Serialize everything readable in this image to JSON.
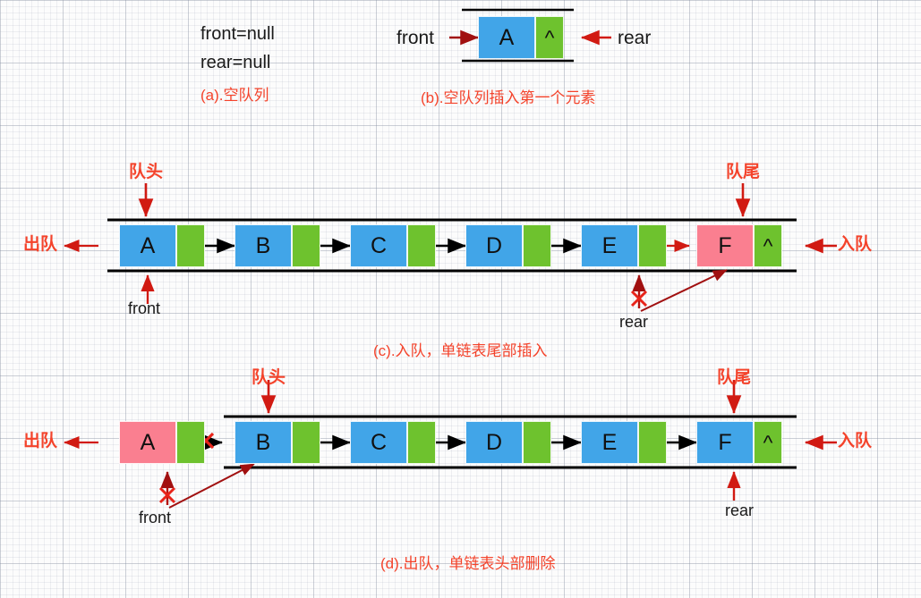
{
  "meta": {
    "colors": {
      "data_cell": "#41a5e8",
      "next_cell": "#6ec22e",
      "highlight_cell": "#fa7f90",
      "red_annotation": "#f4432b",
      "black_line": "#000000"
    }
  },
  "panel_a": {
    "lines": [
      "front=null",
      "rear=null"
    ],
    "caption": "(a).空队列"
  },
  "panel_b": {
    "caption": "(b).空队列插入第一个元素",
    "front_label": "front",
    "rear_label": "rear",
    "nodes": [
      {
        "data": "A",
        "next": "^",
        "data_color": "blue",
        "next_color": "green"
      }
    ]
  },
  "panel_c": {
    "caption": "(c).入队，单链表尾部插入",
    "head_label": "队头",
    "tail_label": "队尾",
    "dequeue_label": "出队",
    "enqueue_label": "入队",
    "front_label": "front",
    "rear_label": "rear",
    "rear_is_stale": true,
    "nodes": [
      {
        "data": "A",
        "next": "",
        "data_color": "blue",
        "next_color": "green"
      },
      {
        "data": "B",
        "next": "",
        "data_color": "blue",
        "next_color": "green"
      },
      {
        "data": "C",
        "next": "",
        "data_color": "blue",
        "next_color": "green"
      },
      {
        "data": "D",
        "next": "",
        "data_color": "blue",
        "next_color": "green"
      },
      {
        "data": "E",
        "next": "",
        "data_color": "blue",
        "next_color": "green"
      },
      {
        "data": "F",
        "next": "^",
        "data_color": "pink",
        "next_color": "green"
      }
    ]
  },
  "panel_d": {
    "caption": "(d).出队，单链表头部删除",
    "head_label": "队头",
    "tail_label": "队尾",
    "dequeue_label": "出队",
    "enqueue_label": "入队",
    "front_label": "front",
    "rear_label": "rear",
    "front_is_stale": true,
    "nodes": [
      {
        "data": "A",
        "next": "",
        "data_color": "pink",
        "next_color": "green"
      },
      {
        "data": "B",
        "next": "",
        "data_color": "blue",
        "next_color": "green"
      },
      {
        "data": "C",
        "next": "",
        "data_color": "blue",
        "next_color": "green"
      },
      {
        "data": "D",
        "next": "",
        "data_color": "blue",
        "next_color": "green"
      },
      {
        "data": "E",
        "next": "",
        "data_color": "blue",
        "next_color": "green"
      },
      {
        "data": "F",
        "next": "^",
        "data_color": "blue",
        "next_color": "green"
      }
    ]
  }
}
